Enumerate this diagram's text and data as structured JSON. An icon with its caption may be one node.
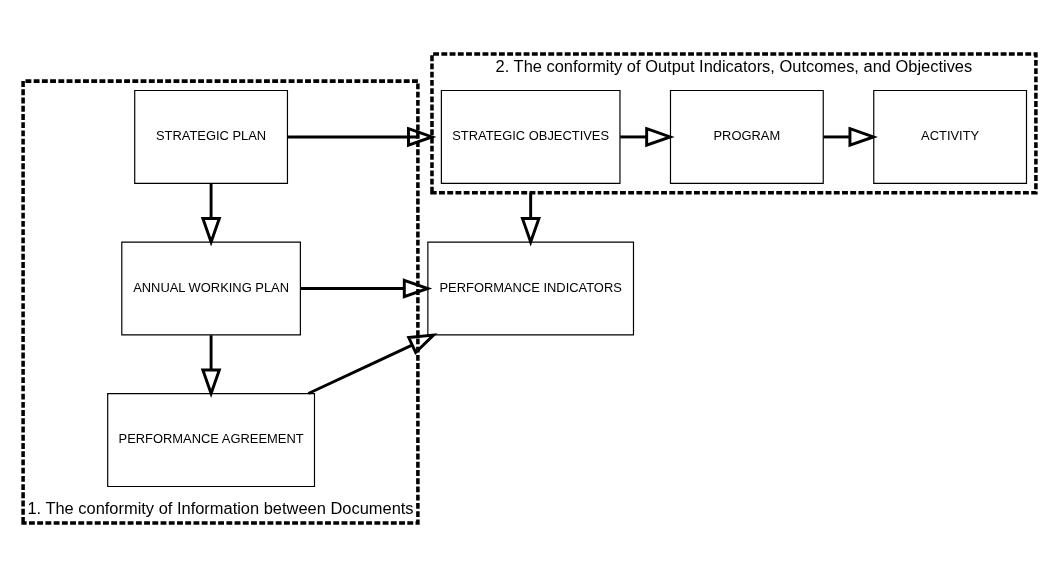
{
  "diagram": {
    "nodes": [
      {
        "text": [
          "1. The conformity of Information between Documents"
        ]
      },
      {
        "text": [
          "STRATEGIC PLAN"
        ],
        "in": 0
      },
      {
        "text": [
          "ANNUAL WORKING PLAN"
        ],
        "in": 0
      },
      {
        "text": [
          "PERFORMANCE AGREEMENT"
        ],
        "in": 0
      },
      {
        "text": [
          "2. The conformity of Output Indicators, Outcomes, and Objectives"
        ]
      },
      {
        "text": [
          "STRATEGIC OBJECTIVES"
        ],
        "in": 4
      },
      {
        "text": [
          "PROGRAM"
        ],
        "in": 4
      },
      {
        "text": [
          "ACTIVITY"
        ],
        "in": 4
      },
      {
        "text": [
          "PERFORMANCE INDICATORS"
        ]
      }
    ],
    "edges": [
      {
        "from": 1,
        "to": 2,
        "arrow": "to"
      },
      {
        "from": 2,
        "to": 3,
        "arrow": "to"
      },
      {
        "from": 1,
        "to": 4,
        "arrow": "to"
      },
      {
        "from": 5,
        "to": 6,
        "arrow": "to"
      },
      {
        "from": 6,
        "to": 7,
        "arrow": "to"
      },
      {
        "from": 4,
        "to": 8,
        "arrow": "to"
      },
      {
        "from": 2,
        "to": 8,
        "arrow": "to"
      },
      {
        "from": 3,
        "to": 8,
        "arrow": "to"
      }
    ]
  }
}
